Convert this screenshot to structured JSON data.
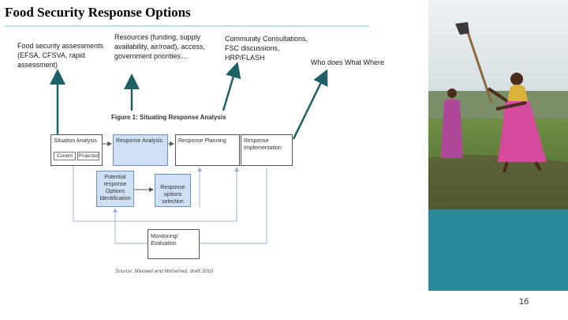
{
  "slide": {
    "title": "Food Security Response Options",
    "page_number": "16"
  },
  "notes": {
    "assessments": "Food security assessments (EFSA, CFSVA, rapid assessment)",
    "resources": "Resources (funding, supply availability, air/road), access, government priorities…",
    "consultations": "Community Consultations, FSC discussions, HRP/FLASH",
    "who_what_where": "Who does What Where"
  },
  "figure": {
    "title": "Figure 1: Situating Response Analysis",
    "situation_analysis": "Situation Analysis",
    "current": "Current",
    "projected": "Projected",
    "response_analysis": "Response Analysis",
    "response_planning": "Response Planning",
    "response_implementation": "Response Implementation",
    "potential_options": "Potential response Options Identification",
    "options_selection": "Response options selection",
    "monitoring": "Monitoring/ Evaluation",
    "source": "Source: Maxwell and Mohamed, draft 2010"
  },
  "colors": {
    "accent_rule": "#b9dfe3",
    "arrow_teal": "#1f5f66",
    "box_blue": "#cfe0f5",
    "feedback_line": "#9bb4d6",
    "photo_panel_teal": "#2a8a9a"
  },
  "icons": {
    "photo": "farmers-with-hoe-photo"
  }
}
